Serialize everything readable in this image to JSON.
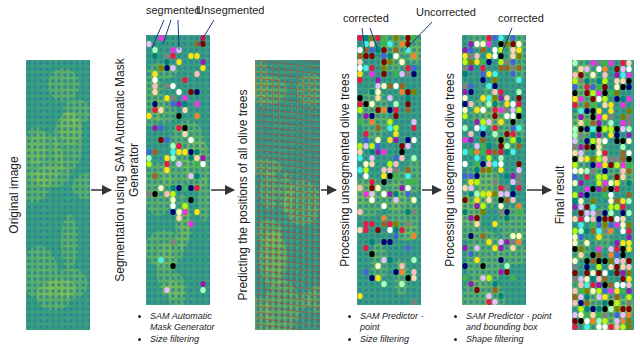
{
  "diagram": {
    "nodes": [
      {
        "text": [
          "Original image"
        ]
      },
      {
        "text": [
          "Segmentation using SAM Automatic Mask Generator"
        ]
      },
      {
        "text": [
          "Predicting the positions of all olive trees"
        ]
      },
      {
        "text": [
          "Processing unsegmented olive trees"
        ]
      },
      {
        "text": [
          "Processing unsegmented olive trees"
        ]
      },
      {
        "text": [
          "Final result"
        ]
      }
    ],
    "edges": [
      {
        "from": 0,
        "to": 1,
        "arrow": "to"
      },
      {
        "from": 1,
        "to": 2,
        "arrow": "to"
      },
      {
        "from": 2,
        "to": 3,
        "arrow": "to"
      },
      {
        "from": 3,
        "to": 4,
        "arrow": "to"
      },
      {
        "from": 4,
        "to": 5,
        "arrow": "to"
      }
    ],
    "labels": [
      "segmented",
      "Unsegmented",
      "corrected",
      "Uncorrected",
      "corrected",
      "SAM Automatic Mask Generator",
      "Size filtering",
      "SAM Predictor - point",
      "Size filtering",
      "SAM Predictor - point and bounding box",
      "Shape filtering"
    ]
  }
}
